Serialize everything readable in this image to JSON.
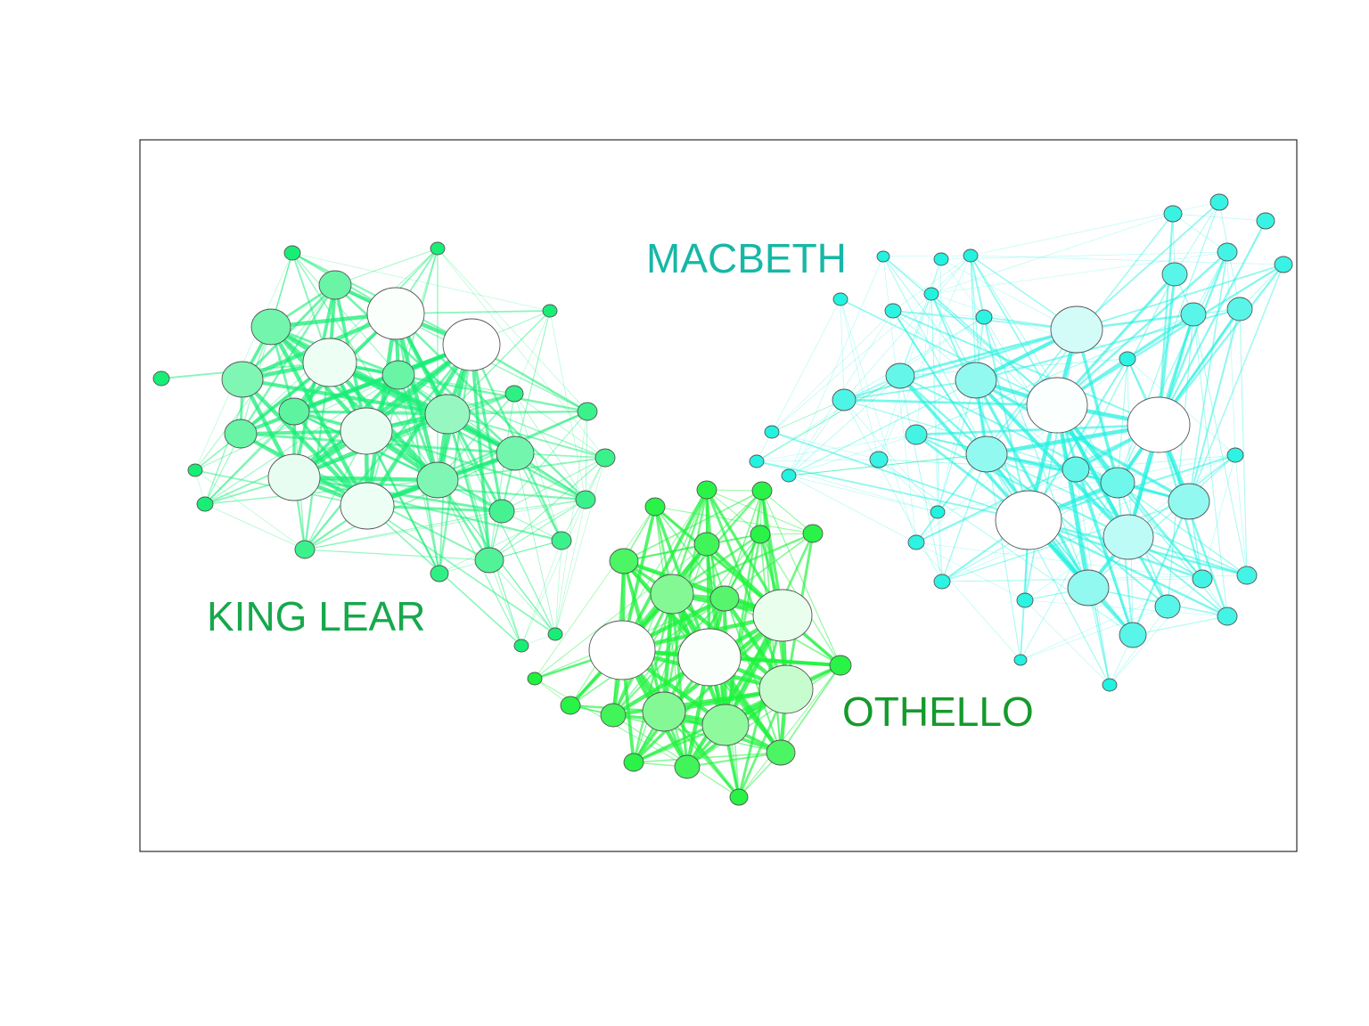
{
  "diagram": {
    "type": "network-clusters",
    "labels": {
      "king_lear": "KING LEAR",
      "macbeth": "MACBETH",
      "othello": "OTHELLO"
    },
    "colors": {
      "king_lear": "#18ee76",
      "macbeth": "#22f2e0",
      "othello": "#1ef23c",
      "king_lear_label": "#16a84c",
      "macbeth_label": "#17b7a6",
      "othello_label": "#159a2c"
    }
  }
}
